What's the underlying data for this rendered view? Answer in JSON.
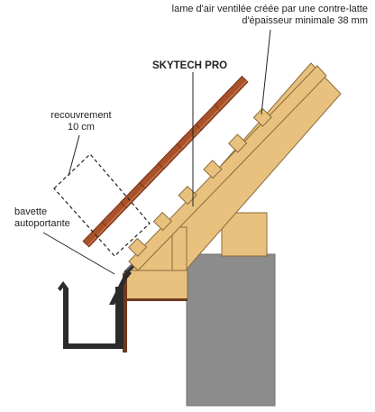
{
  "labels": {
    "air_gap_line1": "lame d'air ventilée créée par une contre-latte",
    "air_gap_line2": "d'épaisseur minimale 38 mm",
    "product": "SKYTECH PRO",
    "overlap_line1": "recouvrement",
    "overlap_line2": "10 cm",
    "flashing_line1": "bavette",
    "flashing_line2": "autoportante"
  },
  "colors": {
    "wood": "#e8c17e",
    "wood_stroke": "#8a6a3a",
    "tile": "#a8512a",
    "tile_dark": "#7a3418",
    "membrane": "#333333",
    "wall": "#8c8c8c",
    "gutter": "#2b2b2b",
    "leader": "#222222"
  }
}
